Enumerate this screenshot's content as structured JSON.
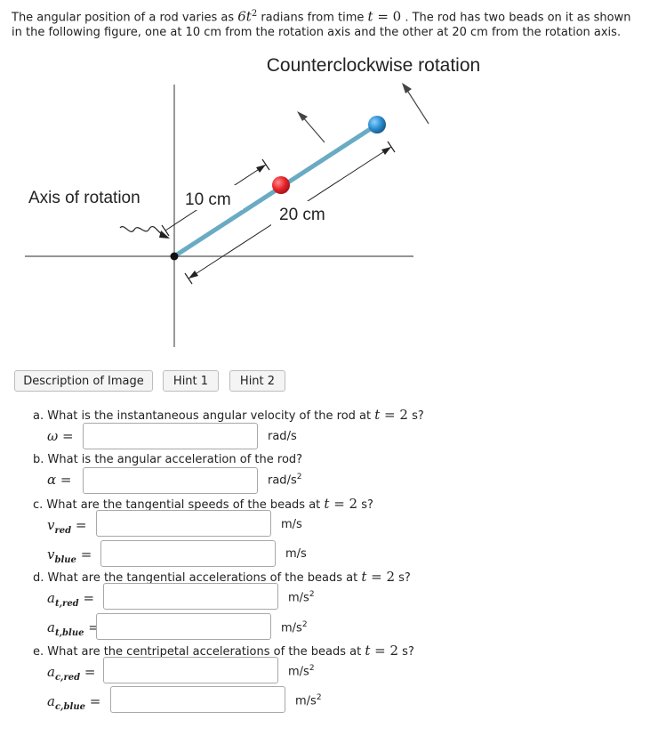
{
  "intro": {
    "part1": "The angular position of a rod varies as ",
    "expr_base": "6t",
    "expr_exp": "2",
    "part2": " radians from time ",
    "t_var": "t",
    "eq_zero": " = 0",
    "part3": " . The rod has two beads on it as shown in the following figure, one at 10 cm from the rotation axis and the other at 20 cm from the rotation axis."
  },
  "figure": {
    "title": "Counterclockwise rotation",
    "axis_label": "Axis of rotation",
    "dim_10": "10 cm",
    "dim_20": "20 cm",
    "colors": {
      "rod": "#6aabc4",
      "red_bead": "#e8242c",
      "blue_bead": "#2b8fd0",
      "pivot": "#111111",
      "axes": "#555555"
    }
  },
  "buttons": {
    "description": "Description of Image",
    "hint1": "Hint 1",
    "hint2": "Hint 2"
  },
  "questions": {
    "a": {
      "text": "a. What is the instantaneous angular velocity of the rod at ",
      "t": "t",
      "eq": " = 2",
      "tail": " s?",
      "label": "ω",
      "unit": "rad/s",
      "value": ""
    },
    "b": {
      "text": "b. What is the angular acceleration of the rod?",
      "label": "α",
      "unit": "rad/s",
      "unit_exp": "2",
      "value": ""
    },
    "c": {
      "text": "c. What are the tangential speeds of the beads at ",
      "t": "t",
      "eq": " = 2",
      "tail": " s?",
      "red_label": "v",
      "red_sub": "red",
      "red_unit": "m/s",
      "red_value": "",
      "blue_label": "v",
      "blue_sub": "blue",
      "blue_unit": "m/s",
      "blue_value": ""
    },
    "d": {
      "text": "d. What are the tangential accelerations of the beads at ",
      "t": "t",
      "eq": " = 2",
      "tail": " s?",
      "red_label": "a",
      "red_sub": "t,red",
      "red_unit": "m/s",
      "red_exp": "2",
      "red_value": "",
      "blue_label": "a",
      "blue_sub": "t,blue",
      "blue_unit": "m/s",
      "blue_exp": "2",
      "blue_value": ""
    },
    "e": {
      "text": "e. What are the centripetal accelerations of the beads at ",
      "t": "t",
      "eq": " = 2",
      "tail": " s?",
      "red_label": "a",
      "red_sub": "c,red",
      "red_unit": "m/s",
      "red_exp": "2",
      "red_value": "",
      "blue_label": "a",
      "blue_sub": "c,blue",
      "blue_unit": "m/s",
      "blue_exp": "2",
      "blue_value": ""
    }
  }
}
